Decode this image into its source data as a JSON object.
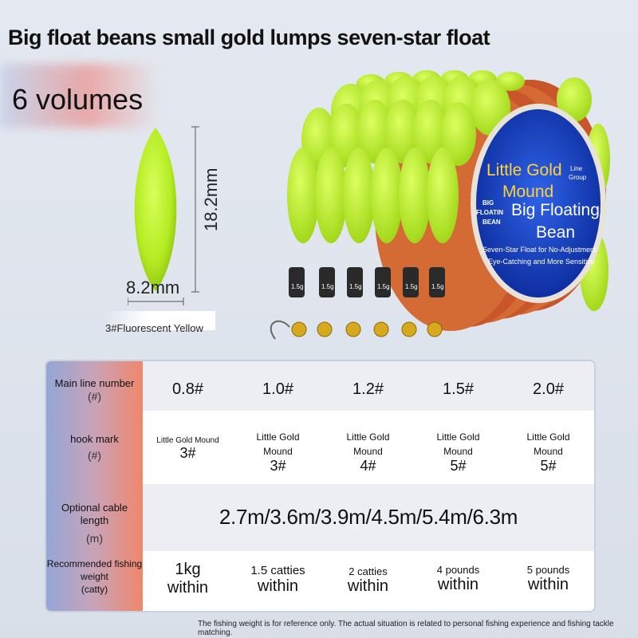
{
  "title": "Big float beans small gold lumps seven-star float",
  "volumes": "6 volumes",
  "dimensions": {
    "height": "18.2mm",
    "width": "8.2mm"
  },
  "color_label": "3#Fluorescent Yellow",
  "package": {
    "brand_line1": "Little Gold",
    "brand_line2": "Mound",
    "group_line1": "Line",
    "group_line2": "Group",
    "left_small_line1": "BIG",
    "left_small_line2": "FLOATIN",
    "left_small_line3": "BEAN",
    "product_line1": "Big Floating",
    "product_line2": "Bean",
    "tagline1": "Seven-Star Float for No-Adjustment",
    "tagline2": "Eye-Catching and More Sensitive",
    "weight_tag": "1.5g",
    "accent_color": "#1f4fd6",
    "float_color": "#b8f02a"
  },
  "table": {
    "row1": {
      "head": "Main line number",
      "head_sub": "(#)",
      "values": [
        "0.8#",
        "1.0#",
        "1.2#",
        "1.5#",
        "2.0#"
      ]
    },
    "row2": {
      "head": "hook mark",
      "head_sub": "(#)",
      "cells": [
        {
          "name": "Little Gold Mound",
          "num": "3#"
        },
        {
          "name": "Little Gold Mound",
          "num": "3#"
        },
        {
          "name": "Little Gold Mound",
          "num": "4#"
        },
        {
          "name": "Little Gold Mound",
          "num": "5#"
        },
        {
          "name": "Little Gold Mound",
          "num": "5#"
        }
      ]
    },
    "row3": {
      "head": "Optional cable length",
      "head_sub": "(m)",
      "value": "2.7m/3.6m/3.9m/4.5m/5.4m/6.3m"
    },
    "row4": {
      "head": "Recommended fishing weight",
      "head_sub": "(catty)",
      "cells": [
        {
          "amount": "1kg",
          "suffix": "within"
        },
        {
          "amount": "1.5 catties",
          "suffix": "within"
        },
        {
          "amount": "2 catties",
          "suffix": "within"
        },
        {
          "amount": "4 pounds",
          "suffix": "within"
        },
        {
          "amount": "5 pounds",
          "suffix": "within"
        }
      ]
    }
  },
  "footnote": "The fishing weight is for reference only. The actual situation is related to personal fishing experience and fishing tackle matching."
}
